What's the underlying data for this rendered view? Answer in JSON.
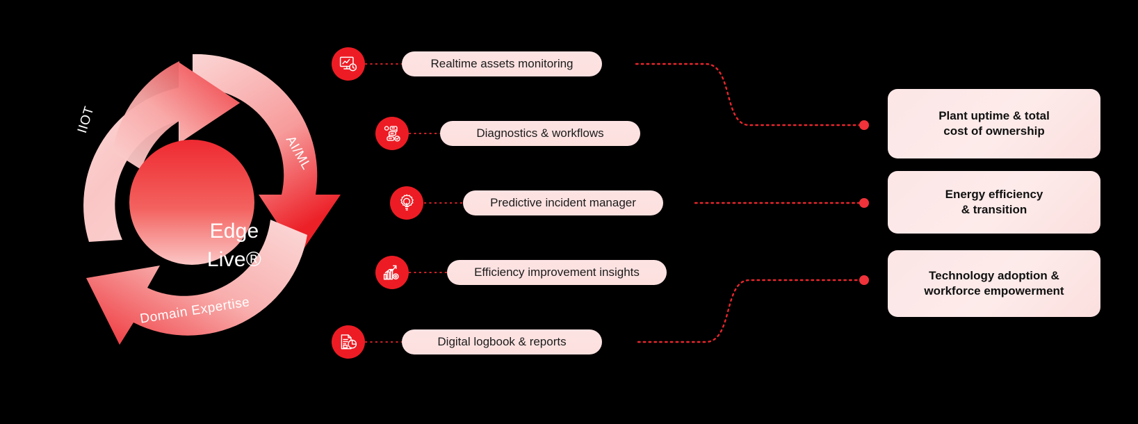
{
  "theme": {
    "background": "#000000",
    "accent_red": "#ED1C24",
    "dotted_red": "#E8262C",
    "pill_bg": "#FDE3E3",
    "card_bg": "#FCE6E6",
    "text_dark": "#111111",
    "text_light": "#FFFFFF"
  },
  "cycle": {
    "center_line1": "Edge",
    "center_line2": "Live®",
    "ring_labels": [
      {
        "name": "iiot",
        "text": "IIOT"
      },
      {
        "name": "aiml",
        "text": "AI/ML"
      },
      {
        "name": "domain",
        "text": "Domain Expertise"
      }
    ]
  },
  "capabilities": [
    {
      "icon": "monitor-chart-clock-icon",
      "label": "Realtime assets monitoring"
    },
    {
      "icon": "workflow-nodes-icon",
      "label": "Diagnostics & workflows"
    },
    {
      "icon": "gear-lightbulb-icon",
      "label": "Predictive incident manager"
    },
    {
      "icon": "bar-chart-growth-gear-icon",
      "label": "Efficiency improvement insights"
    },
    {
      "icon": "document-pie-chart-icon",
      "label": "Digital logbook & reports"
    }
  ],
  "outcomes": [
    {
      "line1": "Plant uptime & total",
      "line2": "cost of ownership"
    },
    {
      "line1": "Energy efficiency",
      "line2": "& transition"
    },
    {
      "line1": "Technology adoption &",
      "line2": "workforce empowerment"
    }
  ]
}
